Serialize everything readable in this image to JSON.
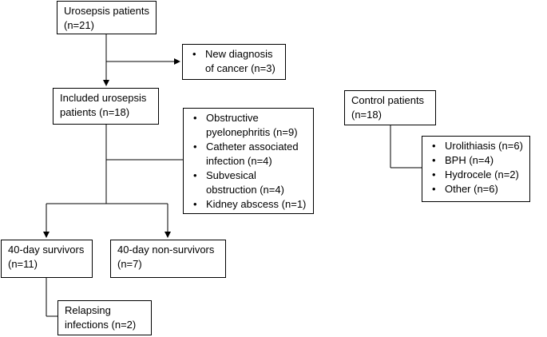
{
  "urosepsis": {
    "title": "Urosepsis patients",
    "count": "(n=21)"
  },
  "excluded": {
    "items": [
      [
        "New diagnosis",
        "of cancer (n=3)"
      ]
    ]
  },
  "included": {
    "title": "Included urosepsis",
    "count": "patients (n=18)"
  },
  "causes": {
    "items": [
      [
        "Obstructive",
        "pyelonephritis (n=9)"
      ],
      [
        "Catheter associated",
        "infection (n=4)"
      ],
      [
        "Subvesical",
        "obstruction (n=4)"
      ],
      [
        "Kidney abscess (n=1)"
      ]
    ]
  },
  "control": {
    "title": "Control patients",
    "count": "(n=18)"
  },
  "control_causes": {
    "items": [
      [
        "Urolithiasis (n=6)"
      ],
      [
        "BPH (n=4)"
      ],
      [
        "Hydrocele (n=2)"
      ],
      [
        "Other (n=6)"
      ]
    ]
  },
  "survivors": {
    "title": "40-day survivors",
    "count": "(n=11)"
  },
  "non_survivors": {
    "title": "40-day non-survivors",
    "count": "(n=7)"
  },
  "relapsing": {
    "title": "Relapsing",
    "count": "infections (n=2)"
  },
  "colors": {
    "line": "#000000",
    "box_border": "#000000",
    "background": "#ffffff"
  }
}
